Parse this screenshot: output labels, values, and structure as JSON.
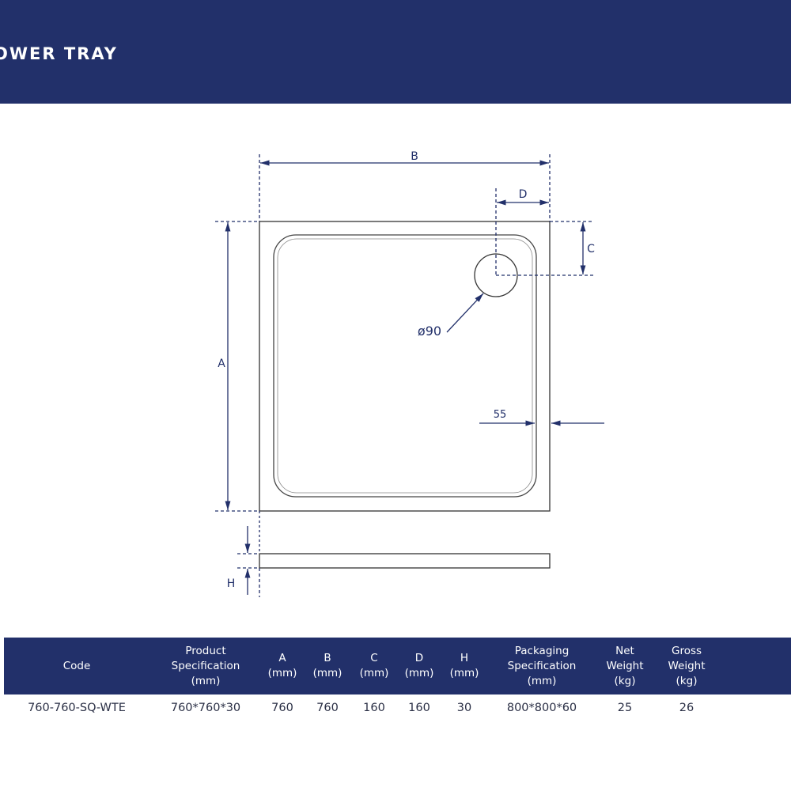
{
  "header": {
    "title": "OWER TRAY"
  },
  "diagram": {
    "labels": {
      "A": "A",
      "B": "B",
      "C": "C",
      "D": "D",
      "H": "H",
      "drain": "ø90",
      "edge": "55"
    }
  },
  "table": {
    "columns": [
      "Code",
      "Product\nSpecification\n(mm)",
      "A\n(mm)",
      "B\n(mm)",
      "C\n(mm)",
      "D\n(mm)",
      "H\n(mm)",
      "Packaging\nSpecification\n(mm)",
      "Net\nWeight\n(kg)",
      "Gross\nWeight\n(kg)"
    ],
    "rows": [
      [
        "760-760-SQ-WTE",
        "760*760*30",
        "760",
        "760",
        "160",
        "160",
        "30",
        "800*800*60",
        "25",
        "26"
      ]
    ]
  },
  "colors": {
    "brand": "#22306a"
  }
}
